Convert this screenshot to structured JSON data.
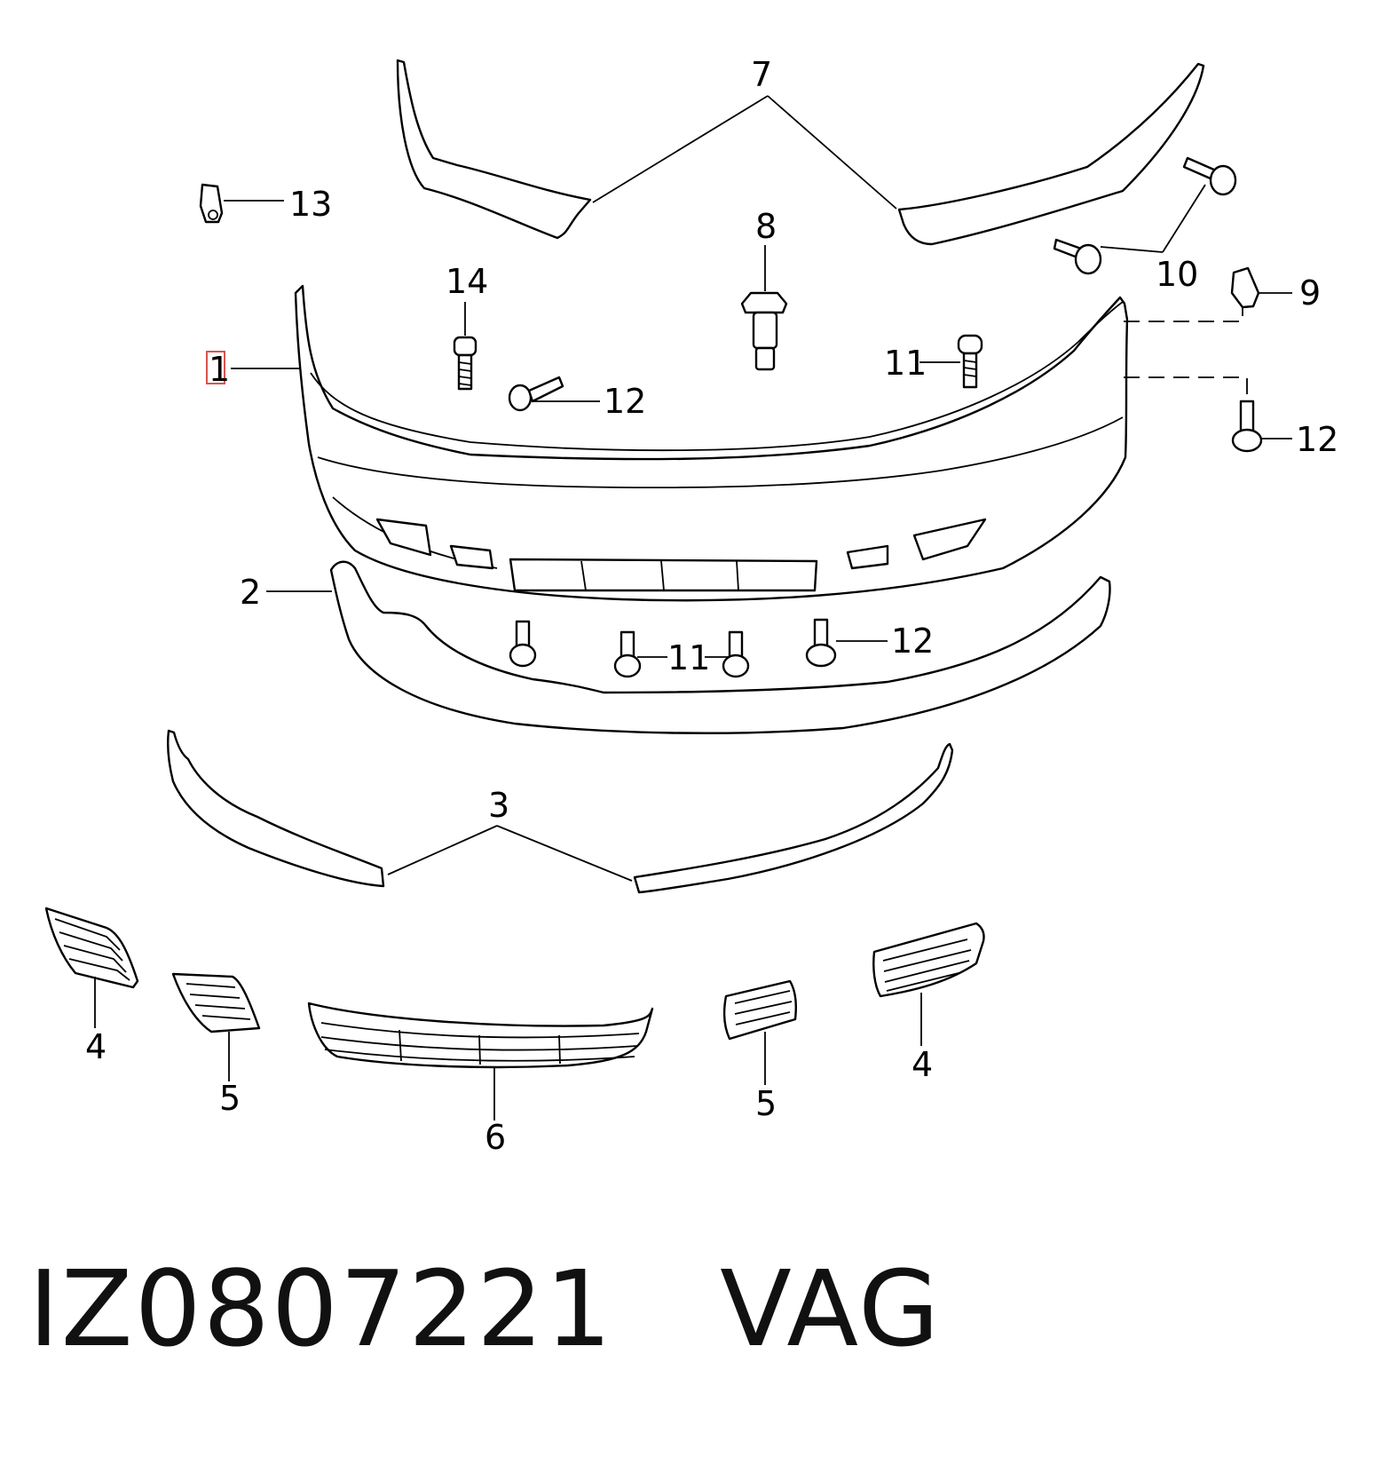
{
  "diagram": {
    "callouts": {
      "c1": "1",
      "c2": "2",
      "c3": "3",
      "c4a": "4",
      "c4b": "4",
      "c5a": "5",
      "c5b": "5",
      "c6": "6",
      "c7": "7",
      "c8": "8",
      "c9": "9",
      "c10": "10",
      "c11a": "11",
      "c11b": "11",
      "c12a": "12",
      "c12b": "12",
      "c12c": "12",
      "c13": "13",
      "c14": "14"
    },
    "highlight_color": "#d9534f"
  },
  "footer": {
    "part_number": "IZ0807221",
    "brand": "VAG"
  }
}
